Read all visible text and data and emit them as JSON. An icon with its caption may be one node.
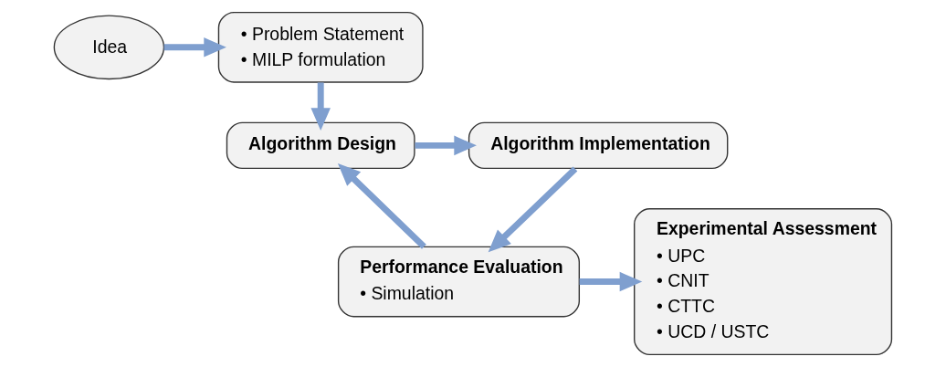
{
  "diagram": {
    "nodes": [
      {
        "text": [
          "Idea"
        ]
      },
      {
        "text": [
          "• Problem Statement",
          "• MILP formulation"
        ]
      },
      {
        "text": [
          "Algorithm Design"
        ]
      },
      {
        "text": [
          "Algorithm Implementation"
        ]
      },
      {
        "text": [
          "Performance Evaluation",
          "• Simulation"
        ]
      },
      {
        "text": [
          "Experimental Assessment",
          "• UPC",
          "• CNIT",
          "• CTTC",
          "• UCD / USTC"
        ]
      }
    ],
    "edges": [
      {
        "from": 0,
        "to": 1,
        "arrow": "to"
      },
      {
        "from": 1,
        "to": 2,
        "arrow": "to"
      },
      {
        "from": 2,
        "to": 3,
        "arrow": "to"
      },
      {
        "from": 3,
        "to": 4,
        "arrow": "to"
      },
      {
        "from": 4,
        "to": 2,
        "arrow": "to"
      },
      {
        "from": 4,
        "to": 5,
        "arrow": "to"
      }
    ]
  }
}
